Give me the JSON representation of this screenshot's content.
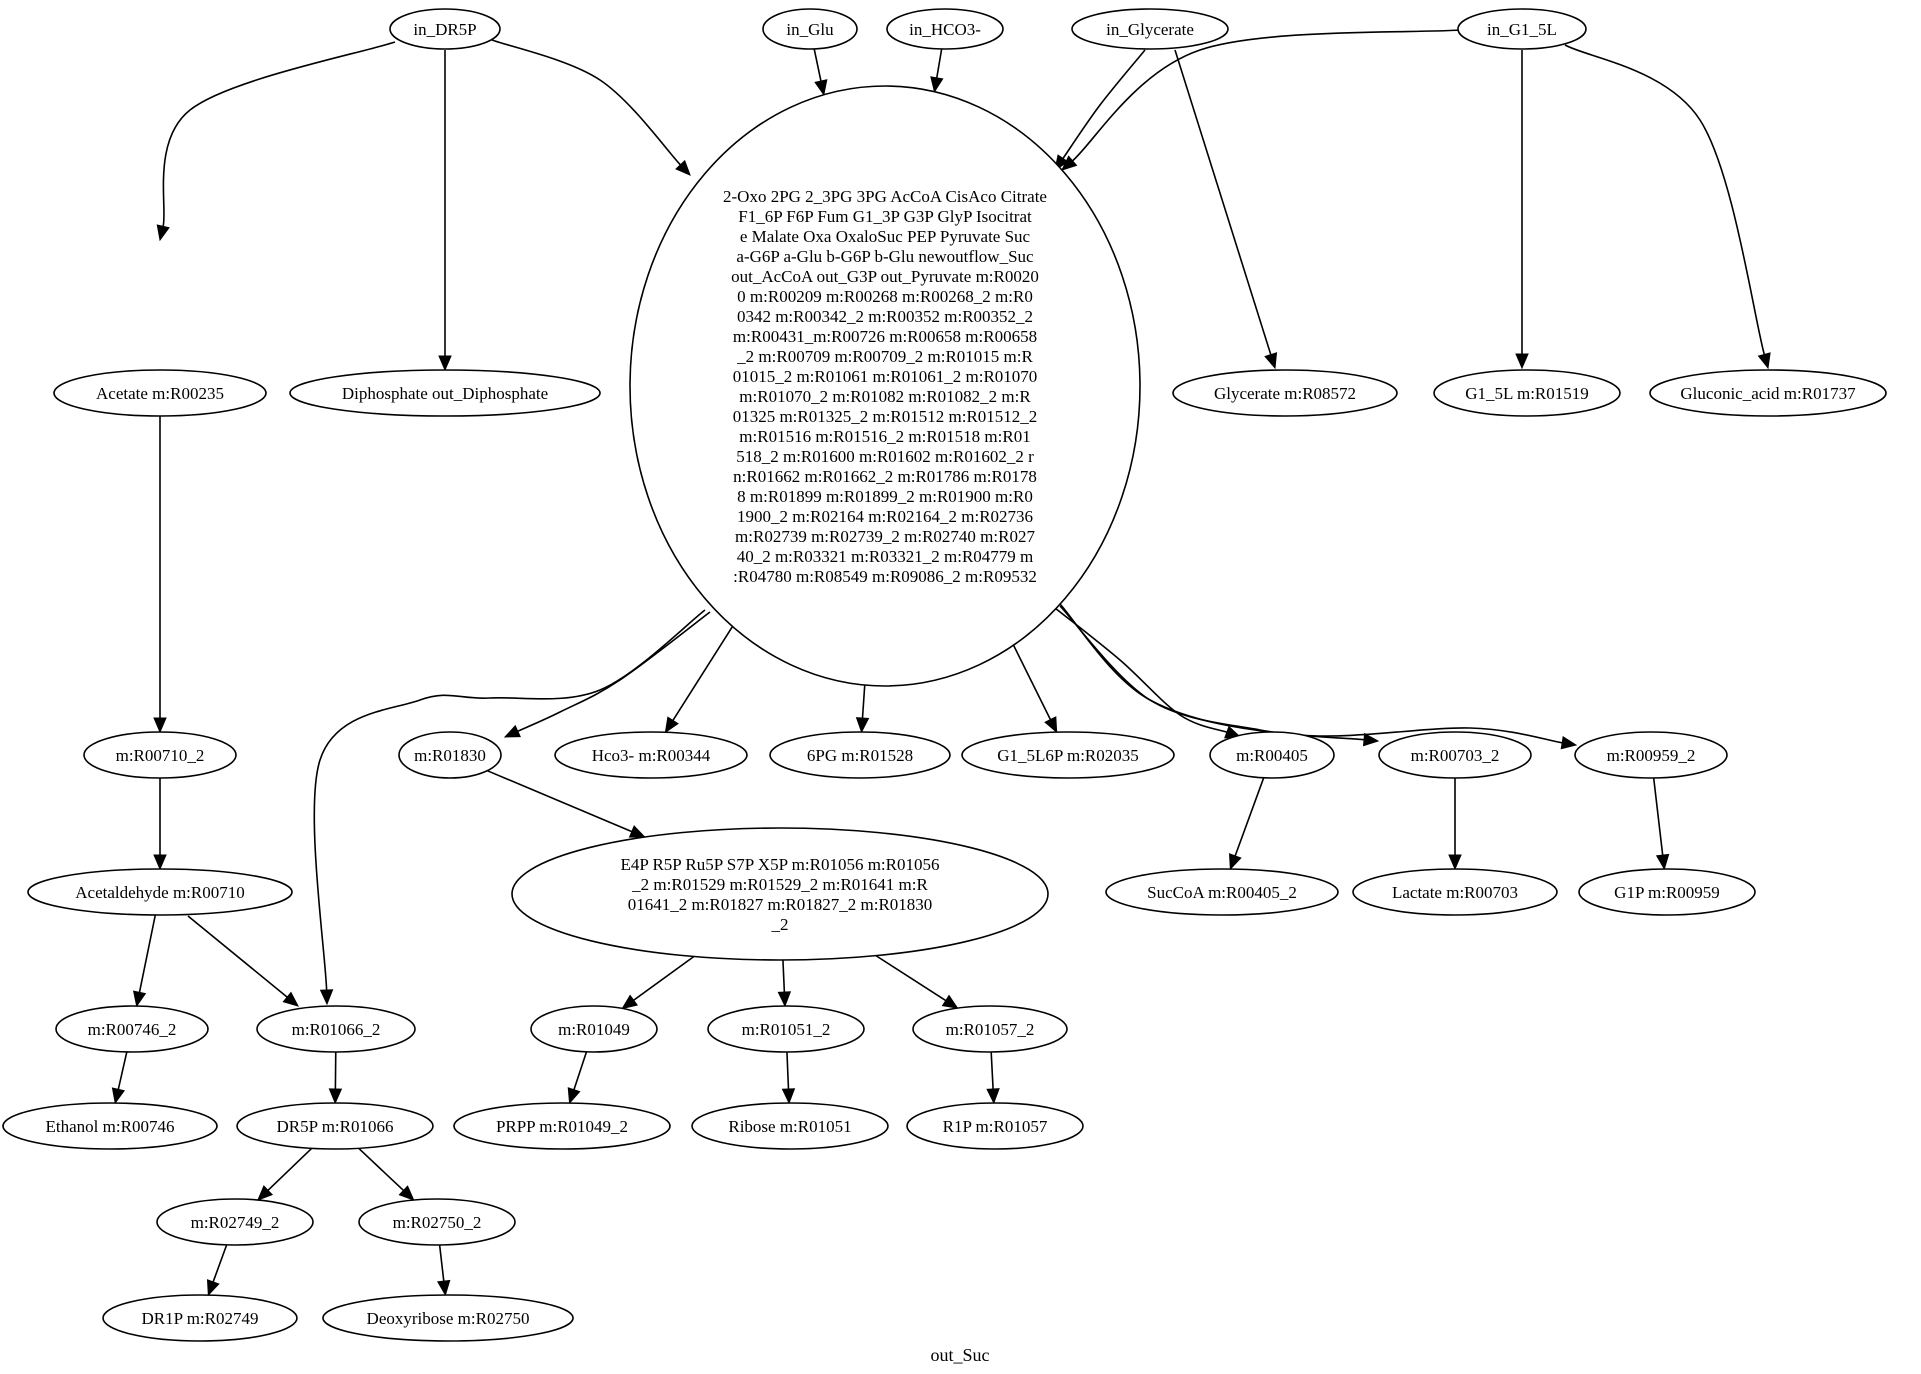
{
  "graph": {
    "caption": "out_Suc",
    "nodes": {
      "in_dr5p": "in_DR5P",
      "in_glu": "in_Glu",
      "in_hco3": "in_HCO3-",
      "in_glycerate": "in_Glycerate",
      "in_g1_5l": "in_G1_5L",
      "central": [
        "2-Oxo 2PG 2_3PG 3PG AcCoA CisAco Citrate",
        "F1_6P F6P Fum G1_3P G3P GlyP Isocitrat",
        "e Malate Oxa OxaloSuc PEP Pyruvate Suc",
        "a-G6P a-Glu b-G6P b-Glu newoutflow_Suc",
        "out_AcCoA out_G3P out_Pyruvate m:R0020",
        "0 m:R00209 m:R00268 m:R00268_2 m:R0",
        "0342 m:R00342_2 m:R00352 m:R00352_2",
        "m:R00431_m:R00726 m:R00658 m:R00658",
        "_2 m:R00709 m:R00709_2 m:R01015 m:R",
        "01015_2 m:R01061 m:R01061_2 m:R01070",
        "m:R01070_2 m:R01082 m:R01082_2 m:R",
        "01325 m:R01325_2 m:R01512 m:R01512_2",
        "m:R01516 m:R01516_2 m:R01518 m:R01",
        "518_2 m:R01600 m:R01602 m:R01602_2 r",
        "n:R01662 m:R01662_2 m:R01786 m:R0178",
        "8 m:R01899 m:R01899_2 m:R01900 m:R0",
        "1900_2 m:R02164 m:R02164_2 m:R02736",
        "m:R02739 m:R02739_2 m:R02740 m:R027",
        "40_2 m:R03321 m:R03321_2 m:R04779 m",
        ":R04780 m:R08549 m:R09086_2 m:R09532"
      ],
      "acetate": "Acetate m:R00235",
      "diphosphate": "Diphosphate out_Diphosphate",
      "glycerate": "Glycerate m:R08572",
      "g1_5l": "G1_5L m:R01519",
      "gluconic": "Gluconic_acid m:R01737",
      "r00710_2": "m:R00710_2",
      "r01830": "m:R01830",
      "hco3": "Hco3- m:R00344",
      "pg6": "6PG m:R01528",
      "g1_5l6p": "G1_5L6P m:R02035",
      "r00405": "m:R00405",
      "r00703_2": "m:R00703_2",
      "r00959_2": "m:R00959_2",
      "acetaldehyde": "Acetaldehyde m:R00710",
      "pentose": [
        "E4P R5P Ru5P S7P X5P m:R01056 m:R01056",
        "_2 m:R01529 m:R01529_2 m:R01641 m:R",
        "01641_2 m:R01827 m:R01827_2 m:R01830",
        "_2"
      ],
      "succoa": "SucCoA m:R00405_2",
      "lactate": "Lactate m:R00703",
      "g1p": "G1P m:R00959",
      "r00746_2": "m:R00746_2",
      "r01066_2": "m:R01066_2",
      "r01049": "m:R01049",
      "r01051_2": "m:R01051_2",
      "r01057_2": "m:R01057_2",
      "ethanol": "Ethanol m:R00746",
      "dr5p": "DR5P m:R01066",
      "prpp": "PRPP m:R01049_2",
      "ribose": "Ribose m:R01051",
      "r1p": "R1P m:R01057",
      "r02749_2": "m:R02749_2",
      "r02750_2": "m:R02750_2",
      "dr1p": "DR1P m:R02749",
      "deoxyribose": "Deoxyribose m:R02750"
    },
    "edges": [
      [
        "in_dr5p",
        "acetate"
      ],
      [
        "in_dr5p",
        "diphosphate"
      ],
      [
        "in_dr5p",
        "central"
      ],
      [
        "in_glu",
        "central"
      ],
      [
        "in_hco3",
        "central"
      ],
      [
        "in_glycerate",
        "central"
      ],
      [
        "in_glycerate",
        "glycerate"
      ],
      [
        "in_g1_5l",
        "central"
      ],
      [
        "in_g1_5l",
        "g1_5l"
      ],
      [
        "in_g1_5l",
        "gluconic"
      ],
      [
        "acetate",
        "r00710_2"
      ],
      [
        "r00710_2",
        "acetaldehyde"
      ],
      [
        "acetaldehyde",
        "r00746_2"
      ],
      [
        "acetaldehyde",
        "r01066_2"
      ],
      [
        "central",
        "r01066_2"
      ],
      [
        "central",
        "r01830"
      ],
      [
        "central",
        "hco3"
      ],
      [
        "central",
        "pg6"
      ],
      [
        "central",
        "g1_5l6p"
      ],
      [
        "central",
        "r00405"
      ],
      [
        "central",
        "r00703_2"
      ],
      [
        "central",
        "r00959_2"
      ],
      [
        "r01830",
        "pentose"
      ],
      [
        "r00405",
        "succoa"
      ],
      [
        "r00703_2",
        "lactate"
      ],
      [
        "r00959_2",
        "g1p"
      ],
      [
        "pentose",
        "r01049"
      ],
      [
        "pentose",
        "r01051_2"
      ],
      [
        "pentose",
        "r01057_2"
      ],
      [
        "r00746_2",
        "ethanol"
      ],
      [
        "r01066_2",
        "dr5p"
      ],
      [
        "r01049",
        "prpp"
      ],
      [
        "r01051_2",
        "ribose"
      ],
      [
        "r01057_2",
        "r1p"
      ],
      [
        "dr5p",
        "r02749_2"
      ],
      [
        "dr5p",
        "r02750_2"
      ],
      [
        "r02749_2",
        "dr1p"
      ],
      [
        "r02750_2",
        "deoxyribose"
      ]
    ]
  }
}
